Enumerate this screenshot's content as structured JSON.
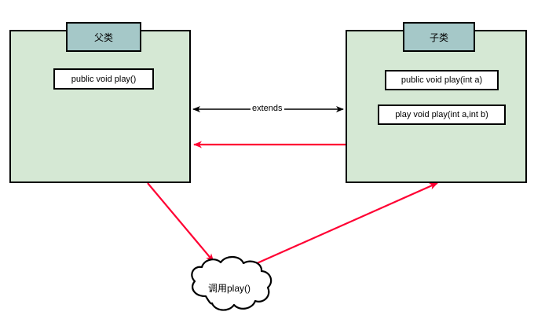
{
  "diagram": {
    "title": "Java method overloading and inheritance diagram",
    "colors": {
      "class_body_fill": "#d5e8d4",
      "class_header_fill": "#a5c8c8",
      "method_box_fill": "#ffffff",
      "stroke": "#000000",
      "call_arrow": "#ff0033",
      "canvas_background": "#ffffff"
    },
    "classes": [
      {
        "id": "parent",
        "header_label": "父类",
        "methods": [
          {
            "signature": "public void play()"
          }
        ]
      },
      {
        "id": "child",
        "header_label": "子类",
        "methods": [
          {
            "signature": "public void play(int a)"
          },
          {
            "signature": "play void play(int a,int b)"
          }
        ]
      }
    ],
    "connectors": [
      {
        "id": "extends",
        "label": "extends",
        "style": "double-headed",
        "color": "#000000"
      },
      {
        "id": "child-to-parent",
        "label": "",
        "style": "single-headed-left",
        "color": "#ff0033"
      },
      {
        "id": "parent-to-cloud",
        "label": "",
        "style": "single-headed",
        "color": "#ff0033"
      },
      {
        "id": "cloud-to-child",
        "label": "",
        "style": "single-headed",
        "color": "#ff0033"
      }
    ],
    "cloud": {
      "id": "call-play",
      "label": "调用play()"
    }
  }
}
